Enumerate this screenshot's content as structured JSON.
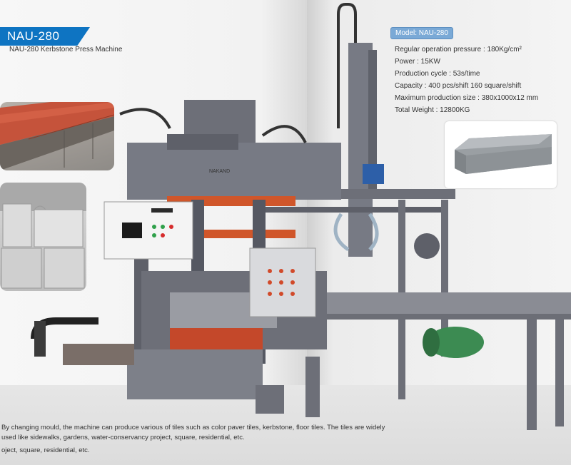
{
  "header": {
    "model": "NAU-280",
    "subtitle": "NAU-280 Kerbstone Press Machine"
  },
  "specs": {
    "badge": "Model: NAU-280",
    "items": [
      "Regular operation pressure : 180Kg/cm²",
      "Power : 15KW",
      "Production cycle : 53s/time",
      "Capacity : 400 pcs/shift   160 square/shift",
      "Maximum production size : 380x1000x12 mm",
      "Total Weight : 12800KG"
    ]
  },
  "machine": {
    "brand_plate": "NAKAND"
  },
  "description": {
    "main": "By changing mould, the machine can produce various of tiles such as color paver tiles, kerbstone, floor tiles. The tiles are widely used like sidewalks, gardens, water-conservancy project, square, residential, etc.",
    "extra": "oject, square, residential, etc."
  },
  "colors": {
    "accent_blue": "#0e74c2",
    "machine_grey": "#6d6f78",
    "mould_orange": "#d0562a",
    "pump_green": "#3c8b52",
    "panel_white": "#f4f4f4"
  }
}
